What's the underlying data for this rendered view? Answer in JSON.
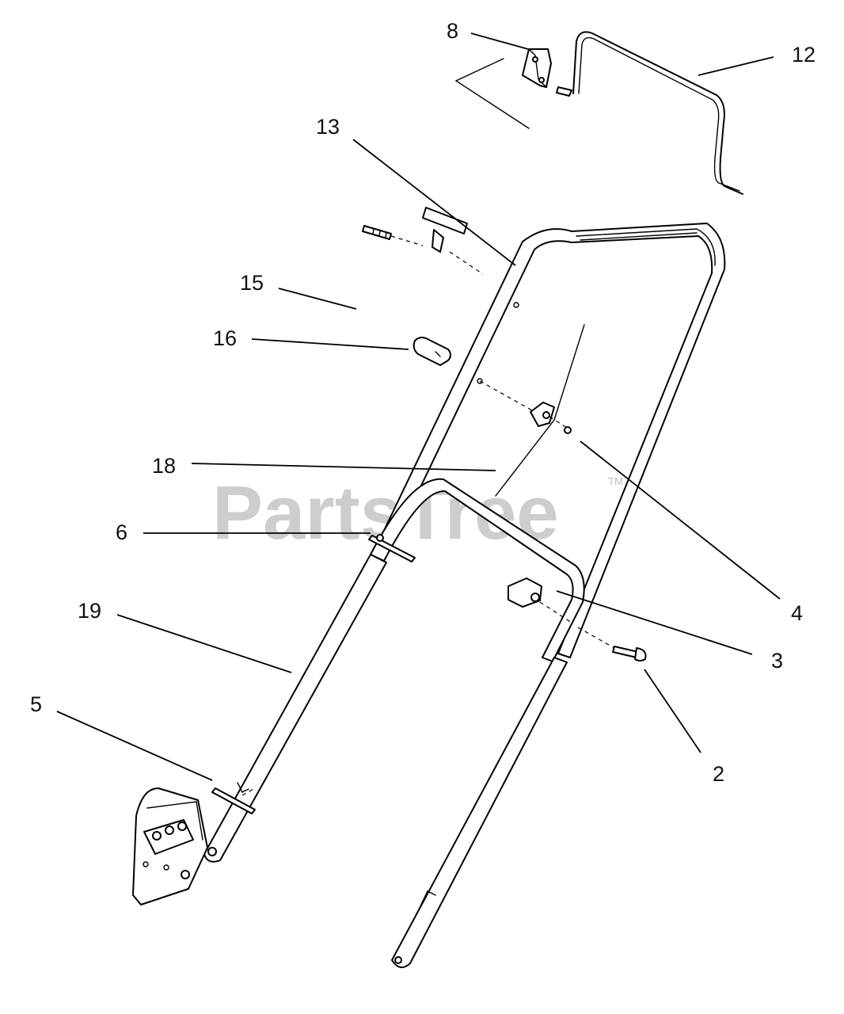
{
  "watermark": {
    "text": "PartsTree",
    "trademark": "TM"
  },
  "callouts": {
    "c8": "8",
    "c12": "12",
    "c13": "13",
    "c15": "15",
    "c16": "16",
    "c18": "18",
    "c6": "6",
    "c4": "4",
    "c19": "19",
    "c3": "3",
    "c5": "5",
    "c2": "2"
  },
  "colors": {
    "line": "#000000",
    "background": "#ffffff",
    "watermark": "#bdbdbd"
  }
}
